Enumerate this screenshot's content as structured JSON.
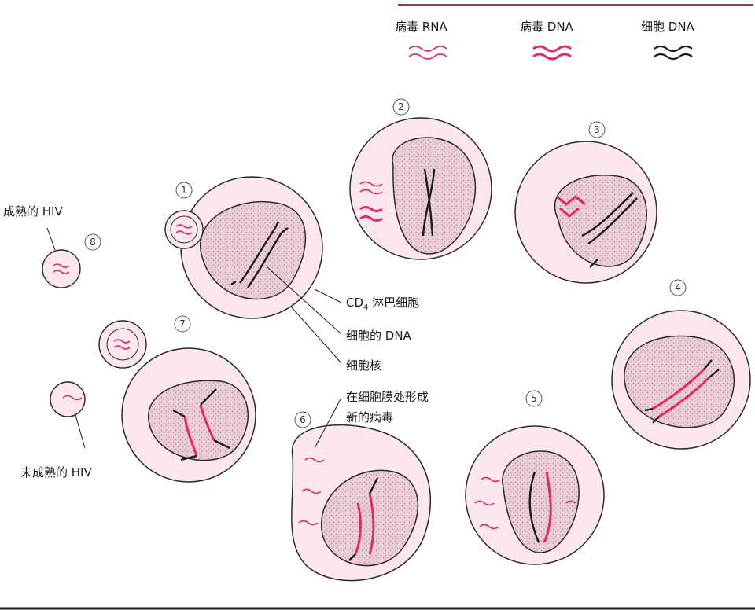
{
  "legend": {
    "viral_rna": "病毒 RNA",
    "viral_dna": "病毒 DNA",
    "cell_dna": "细胞 DNA"
  },
  "labels": {
    "mature_hiv": "成熟的 HIV",
    "immature_hiv": "未成熟的 HIV",
    "cd4_prefix": "CD",
    "cd4_sub": "4",
    "cd4_suffix": " 淋巴细胞",
    "cell_dna": "细胞的 DNA",
    "nucleus": "细胞核",
    "budding_line1": "在细胞膜处形成",
    "budding_line2": "新的病毒"
  },
  "steps": [
    "1",
    "2",
    "3",
    "4",
    "5",
    "6",
    "7",
    "8"
  ],
  "colors": {
    "viral": "#e0286e",
    "cell_fill": "#fbe7ec",
    "nucleus_fill": "#eed1d9",
    "outline": "#2a2a2a",
    "legend_line": "#d81b60"
  }
}
